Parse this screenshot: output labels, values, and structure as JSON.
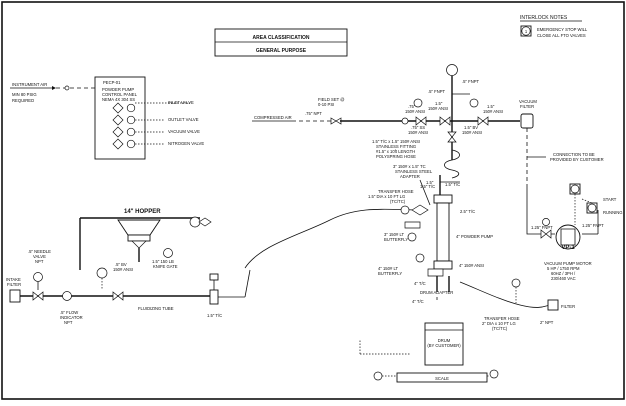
{
  "title_box": {
    "line1": "AREA CLASSIFICATION",
    "line2": "GENERAL PURPOSE"
  },
  "interlock": {
    "heading": "INTERLOCK NOTES",
    "note_number": "1",
    "note_text_1": "EMERGENCY STOP WILL",
    "note_text_2": "CLOSE ALL FTO VALVES"
  },
  "instrument_air": {
    "label": "INSTRUMENT AIR",
    "sub1": "MIN 80 PSIG",
    "sub2": "REQUIRED"
  },
  "panel": {
    "tag": "PECP-01",
    "line1": "POWDER PUMP",
    "line2": "CONTROL PANEL",
    "line3": "NEMA 4X 304 SS",
    "outputs": [
      "INLET VALVE",
      "OUTLET VALVE",
      "VACUUM VALVE",
      "NITROGEN VALVE"
    ]
  },
  "field_set": {
    "line1": "FIELD SET @",
    "line2": "0-10 PSI",
    "npt": ".75\" NPT"
  },
  "compressed_air": "COMPRESSED AIR",
  "top_labels": {
    "fnpt1": ".5\" FNPT",
    "fnpt2": ".5\" FNPT",
    "valve_a": ".75\"",
    "ansi_a": "150# ANSI",
    "valve_b": "1.5\"",
    "ansi_b": "150# ANSI",
    "valve_c": ".75\" SS",
    "ansi_c": "150# ANSI",
    "valve_d": "1.5\"",
    "ansi_d": "150# ANSI",
    "valve_e": "1.5\" BV",
    "ansi_e": "150# ANSI",
    "fitting1": "1.5\" T/C x 1.5\" 150# ANSI",
    "fitting2": "STAINLESS FITTING",
    "fitting3": "#1.5\" x 10ft LENGTH",
    "fitting4": "POLYSPRING HOSE"
  },
  "vacuum_filter": {
    "line1": "VACUUM",
    "line2": "FILTER"
  },
  "connection_note": {
    "line1": "CONNECTION TO BE",
    "line2": "PROVIDED BY CUSTOMER"
  },
  "vacuum_pump": {
    "tag": "VP-1",
    "spec1": "VACUUM PUMP MOTOR",
    "spec2": "5 HP / 1750 RPM",
    "spec3": "60HZ / 3PH /",
    "spec4": "230/460 VAC",
    "inlet": "1.25\" FNPT",
    "outlet": "1.25\" FNPT"
  },
  "start_running": {
    "start": "START",
    "running": "RUNNING",
    "hs_tag": "HS",
    "yl_tag": "YL"
  },
  "transfer_hose_top": {
    "line1": "TRANSFER HOSE",
    "line2": "1.5\" DIA x 10 FT LG",
    "line3": "(TC/TC)"
  },
  "adapter": {
    "line1": "3\" 150# x 1.5\" TC",
    "line2": "STAINLESS STEEL",
    "line3": "ADAPTER"
  },
  "pump_labels": {
    "tc1": "1.5\" T/C",
    "tc2": "1.5\" T/C",
    "tc3": "2.5\" T/C",
    "ansi_top": "1.5\"",
    "powder_pump": "4\" POWDER PUMP",
    "butterfly": "3\" 150# LT\nBUTTERFLY",
    "butterfly1": "3\" 150# LT",
    "butterfly2": "BUTTERFLY",
    "lower_bfv1": "4\" 150# LT",
    "lower_bfv2": "BUTTERFLY",
    "ansi_4": "4\" 150# ANSI",
    "tc4": "4\" T/C",
    "tc4b": "4\" T/C",
    "drum_adapter": "DRUM ADAPTER"
  },
  "hopper": {
    "title": "14\" HOPPER",
    "knife1": "1.5\" 150 LB",
    "knife2": "KNIFE GATE",
    "fluidizing": "FLUIDIZING TUBE",
    "bv": ".5\" BV",
    "bv_ansi": "150# ANSI",
    "tc_out": "1.5\" T/C"
  },
  "inlet_side": {
    "needle1": ".5\" NEEDLE",
    "needle2": "VALVE",
    "needle3": "NPT",
    "flow1": ".5\" FLOW",
    "flow2": "INDICATOR",
    "flow3": "NPT",
    "filter1": "INTAKE",
    "filter2": "FILTER"
  },
  "transfer_hose_bottom": {
    "line1": "TRANSFER HOSE",
    "line2": "2\" DIA x 10 FT LG",
    "line3": "(TC/TC)"
  },
  "filter_right": {
    "label": "FILTER",
    "npt": "2\" NPT"
  },
  "drum": {
    "line1": "DRUM",
    "line2": "(BY CUSTOMER)"
  },
  "scale": "SCALE",
  "balloons": {
    "pi": "PI",
    "pi_num": "01",
    "fi": "FI",
    "fi_num": "01",
    "hv1": "HV",
    "hv1_num": "01",
    "hv2": "HV",
    "hv2_num": "02",
    "hv3": "HV",
    "hv3_num": "03",
    "hv4": "HV",
    "hv4_num": "04"
  }
}
